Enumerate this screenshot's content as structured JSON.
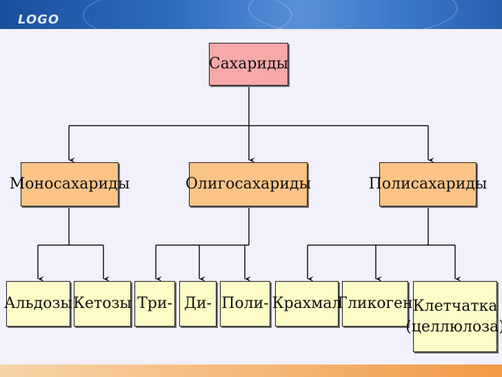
{
  "header": {
    "logo": "LOGO"
  },
  "diagram": {
    "root": "Сахариды",
    "level2": [
      "Моносахариды",
      "Олигосахариды",
      "Полисахариды"
    ],
    "level3": [
      "Альдозы",
      "Кетозы",
      "Три-",
      "Ди-",
      "Поли-",
      "Крахмал",
      "Гликоген",
      "Клетчатка",
      "(целлюлоза)"
    ]
  },
  "colors": {
    "root_fill": "#f8a8a8",
    "mid_fill": "#fbc487",
    "leaf_fill": "#fdfbc6",
    "header": "#2e6cc0",
    "footer": "#f4b979"
  }
}
